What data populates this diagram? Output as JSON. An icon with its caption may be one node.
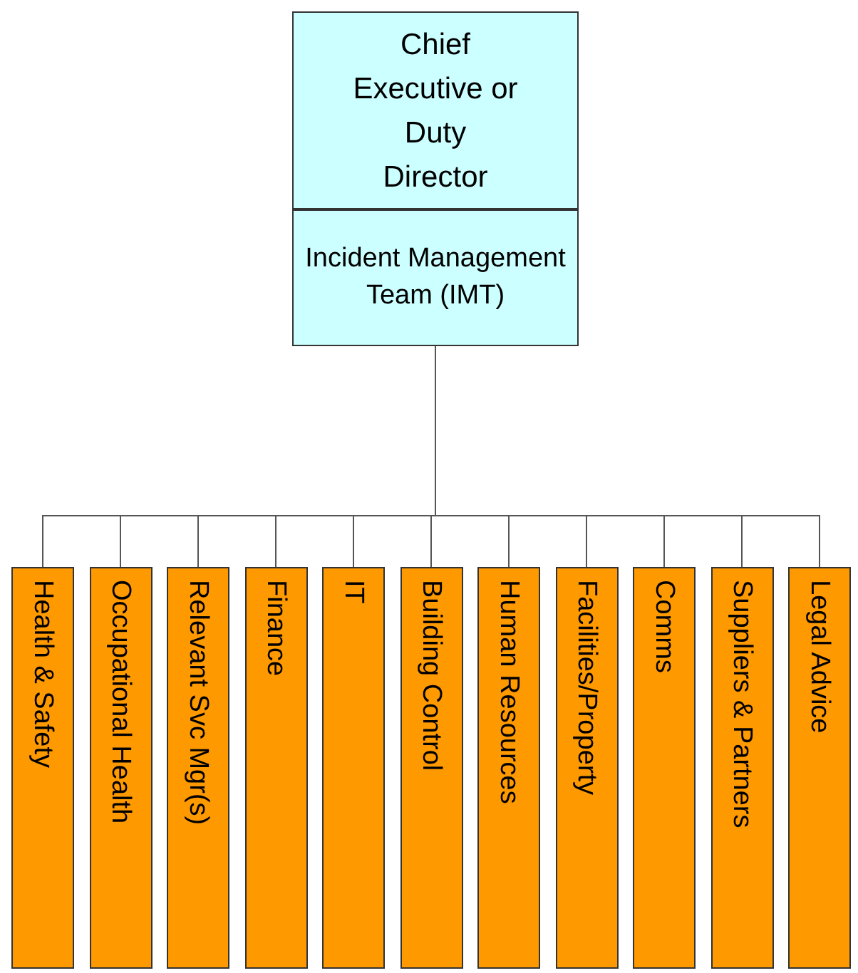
{
  "diagram": {
    "nodes": [
      {
        "text": [
          "Chief Executive or Duty Director"
        ]
      },
      {
        "text": [
          "Incident Management Team (IMT)"
        ]
      },
      {
        "text": [
          "Health & Safety"
        ]
      },
      {
        "text": [
          "Occupational Health"
        ]
      },
      {
        "text": [
          "Relevant Svc Mgr(s)"
        ]
      },
      {
        "text": [
          "Finance"
        ]
      },
      {
        "text": [
          "IT"
        ]
      },
      {
        "text": [
          "Building Control"
        ]
      },
      {
        "text": [
          "Human Resources"
        ]
      },
      {
        "text": [
          "Facilities/Property"
        ]
      },
      {
        "text": [
          "Comms"
        ]
      },
      {
        "text": [
          "Suppliers & Partners"
        ]
      },
      {
        "text": [
          "Legal Advice"
        ]
      }
    ],
    "edges": [
      {
        "from": 1,
        "to": 2,
        "arrow": "none"
      },
      {
        "from": 1,
        "to": 3,
        "arrow": "none"
      },
      {
        "from": 1,
        "to": 4,
        "arrow": "none"
      },
      {
        "from": 1,
        "to": 5,
        "arrow": "none"
      },
      {
        "from": 1,
        "to": 6,
        "arrow": "none"
      },
      {
        "from": 1,
        "to": 7,
        "arrow": "none"
      },
      {
        "from": 1,
        "to": 8,
        "arrow": "none"
      },
      {
        "from": 1,
        "to": 9,
        "arrow": "none"
      },
      {
        "from": 1,
        "to": 10,
        "arrow": "none"
      },
      {
        "from": 1,
        "to": 11,
        "arrow": "none"
      },
      {
        "from": 1,
        "to": 12,
        "arrow": "none"
      }
    ]
  }
}
